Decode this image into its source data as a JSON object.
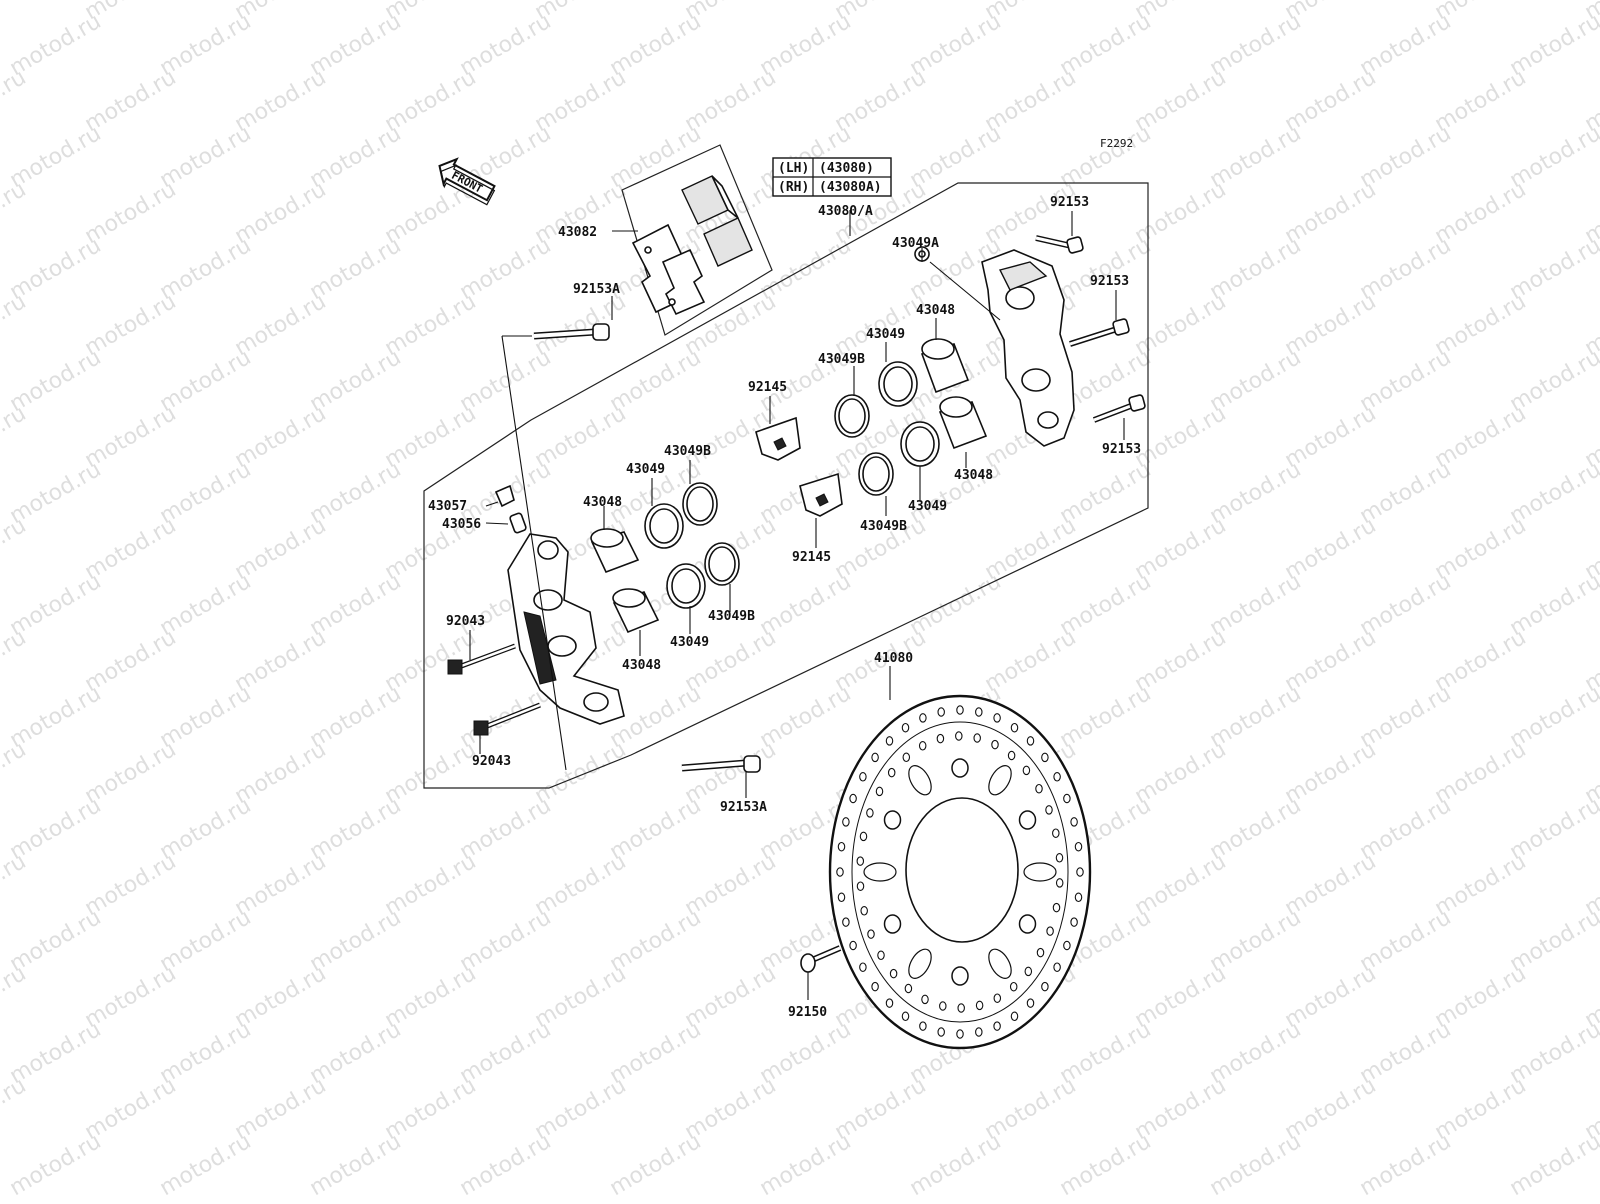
{
  "diagram": {
    "figure_code": "F2292",
    "direction_marker": "FRONT",
    "watermark": "motod.ru",
    "variant_table": [
      {
        "side": "(LH)",
        "part": "(43080)"
      },
      {
        "side": "(RH)",
        "part": "(43080A)"
      }
    ],
    "labels": {
      "l_43080A": "43080/A",
      "l_43082": "43082",
      "l_92153A_top": "92153A",
      "l_43049A": "43049A",
      "l_92153_1": "92153",
      "l_92153_2": "92153",
      "l_43048_r1": "43048",
      "l_43049_r1": "43049",
      "l_43049B_r1": "43049B",
      "l_92145_a": "92145",
      "l_92153_3": "92153",
      "l_43048_r2": "43048",
      "l_43049_r2": "43049",
      "l_43049B_r2": "43049B",
      "l_92145_b": "92145",
      "l_43049B_l1": "43049B",
      "l_43049_l1": "43049",
      "l_43048_l1": "43048",
      "l_43057": "43057",
      "l_43056": "43056",
      "l_92043_a": "92043",
      "l_43049B_l2": "43049B",
      "l_43049_l2": "43049",
      "l_43048_l2": "43048",
      "l_92043_b": "92043",
      "l_92153A_bot": "92153A",
      "l_41080": "41080",
      "l_92150": "92150"
    }
  }
}
